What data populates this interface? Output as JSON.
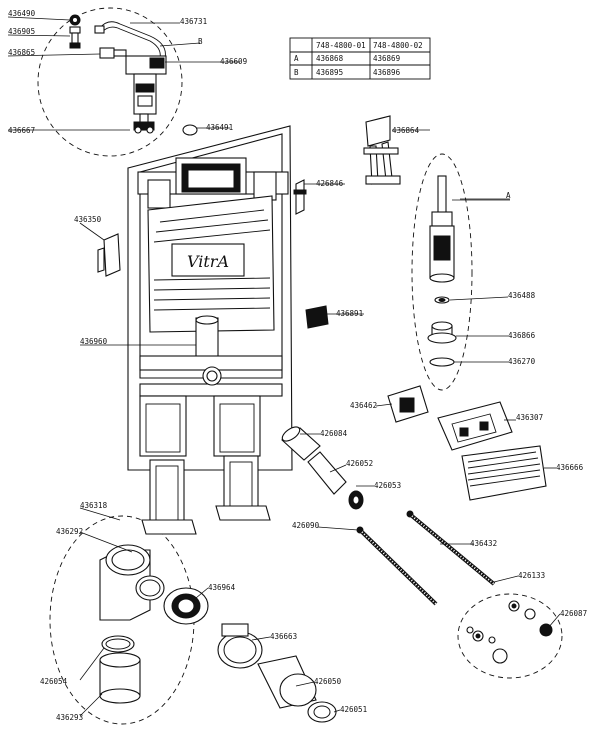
{
  "brand_label": "VitrA",
  "table": {
    "header": [
      "",
      "748-4800-01",
      "748-4800-02"
    ],
    "rows": [
      [
        "A",
        "436868",
        "436869"
      ],
      [
        "B",
        "436895",
        "436896"
      ]
    ]
  },
  "detail_labels": {
    "a": "A",
    "b": "B"
  },
  "part_labels": {
    "p436490": "436490",
    "p436731": "436731",
    "p436905": "436905",
    "p436865": "436865",
    "p436609": "436609",
    "p436667": "436667",
    "p436491": "436491",
    "p436864": "436864",
    "p426846": "426846",
    "p436350": "436350",
    "p436488": "436488",
    "p436891": "436891",
    "p436866": "436866",
    "p436960": "436960",
    "p436270": "436270",
    "p436462": "436462",
    "p436307": "436307",
    "p426084": "426084",
    "p426052": "426052",
    "p436666": "436666",
    "p426053": "426053",
    "p436318": "436318",
    "p426090": "426090",
    "p436432": "436432",
    "p436292": "436292",
    "p426133": "426133",
    "p436964": "436964",
    "p426087": "426087",
    "p436663": "436663",
    "p426054": "426054",
    "p426050": "426050",
    "p426051": "426051",
    "p436293": "436293"
  }
}
